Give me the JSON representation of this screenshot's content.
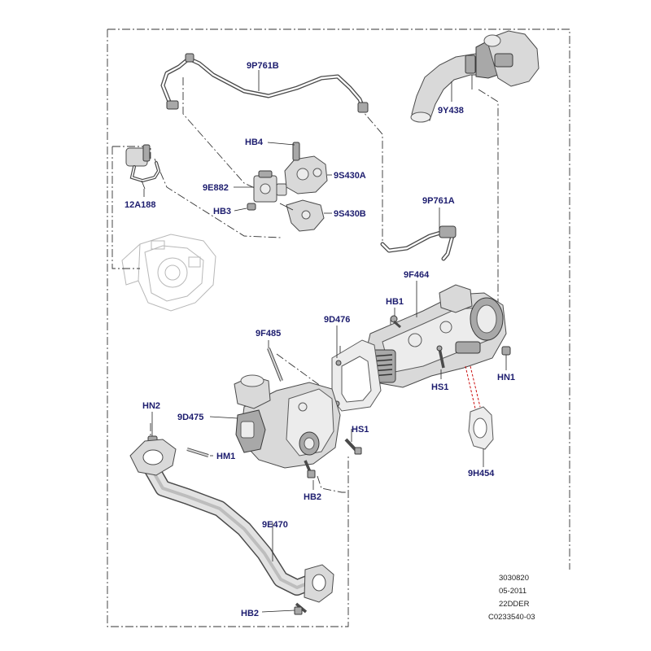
{
  "diagram": {
    "callouts": [
      {
        "id": "9P761B",
        "text": "9P761B"
      },
      {
        "id": "9Y438",
        "text": "9Y438"
      },
      {
        "id": "HB4",
        "text": "HB4"
      },
      {
        "id": "9S430A",
        "text": "9S430A"
      },
      {
        "id": "9E882",
        "text": "9E882"
      },
      {
        "id": "12A188",
        "text": "12A188"
      },
      {
        "id": "HB3",
        "text": "HB3"
      },
      {
        "id": "9S430B",
        "text": "9S430B"
      },
      {
        "id": "9P761A",
        "text": "9P761A"
      },
      {
        "id": "9F464",
        "text": "9F464"
      },
      {
        "id": "HB1",
        "text": "HB1"
      },
      {
        "id": "9D476",
        "text": "9D476"
      },
      {
        "id": "9F485",
        "text": "9F485"
      },
      {
        "id": "HN1",
        "text": "HN1"
      },
      {
        "id": "HS1a",
        "text": "HS1"
      },
      {
        "id": "HN2",
        "text": "HN2"
      },
      {
        "id": "9D475",
        "text": "9D475"
      },
      {
        "id": "HS1b",
        "text": "HS1"
      },
      {
        "id": "HM1",
        "text": "HM1"
      },
      {
        "id": "9H454",
        "text": "9H454"
      },
      {
        "id": "HB2a",
        "text": "HB2"
      },
      {
        "id": "9E470",
        "text": "9E470"
      },
      {
        "id": "HB2b",
        "text": "HB2"
      }
    ],
    "metadata": {
      "lines": [
        "3030820",
        "05-2011",
        "22DDER",
        "C0233540-03"
      ]
    }
  },
  "colors": {
    "label": "#1c1c6e",
    "part_fill": "#d9d9d9",
    "outline": "#4a4a4a",
    "highlight": "#cc1111"
  }
}
